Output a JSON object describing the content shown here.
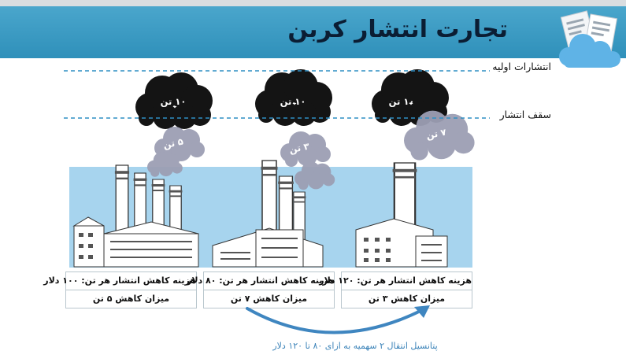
{
  "title": "تجارت انتشار کربن",
  "lines": {
    "initial_emissions": "انتشارات اولیه",
    "emission_cap": "سقف انتشار"
  },
  "factories": [
    {
      "emission_label": "۱۰ تن",
      "remaining_label": "۵ تن",
      "cost": "هزینه کاهش انتشار هر تن: ۱۰۰ دلار",
      "reduction": "میزان کاهش ۵ تن"
    },
    {
      "emission_label": "۱۰ تن",
      "remaining_label": "۳ تن",
      "cost": "هزینه کاهش انتشار هر تن: ۸۰ دلار",
      "reduction": "میزان کاهش ۷ تن"
    },
    {
      "emission_label": "۱۰ تن",
      "remaining_label": "۷ تن",
      "cost": "هزینه کاهش انتشار هر تن: ۱۲۰ دلار",
      "reduction": "میزان کاهش ۳ تن"
    }
  ],
  "transfer_caption": "پتانسیل انتقال ۲ سهمیه به ازای ۸۰ تا ۱۲۰ دلار",
  "colors": {
    "banner": "#3a9cc6",
    "sky": "#a7d4ee",
    "dark_cloud": "#141414",
    "light_cloud": "#9c9fb4",
    "dash_line": "#2f8fc4",
    "arrow": "#3f86c0"
  },
  "icons": [
    "document-cloud-icon",
    "smoke-cloud-icon",
    "factory-icon",
    "curved-arrow-icon"
  ]
}
